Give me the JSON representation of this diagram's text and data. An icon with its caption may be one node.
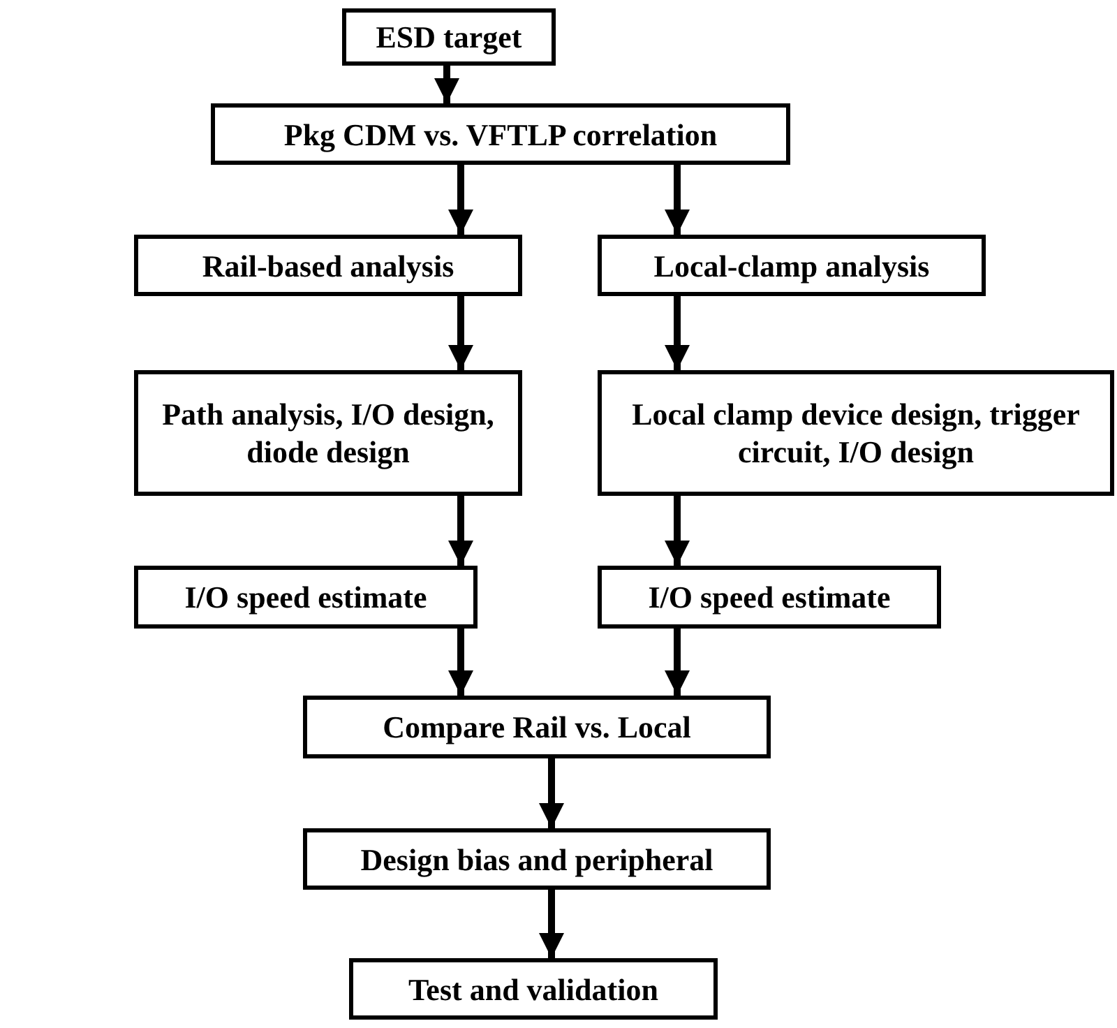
{
  "diagram": {
    "nodes": [
      {
        "text": [
          "ESD target"
        ]
      },
      {
        "text": [
          "Pkg CDM vs. VFTLP correlation"
        ]
      },
      {
        "text": [
          "Rail-based analysis"
        ]
      },
      {
        "text": [
          "Local-clamp analysis"
        ]
      },
      {
        "text": [
          "Path analysis, I/O design, diode design"
        ]
      },
      {
        "text": [
          "Local clamp device design, trigger circuit, I/O design"
        ]
      },
      {
        "text": [
          "I/O speed estimate"
        ]
      },
      {
        "text": [
          "I/O speed estimate"
        ]
      },
      {
        "text": [
          "Compare Rail vs. Local"
        ]
      },
      {
        "text": [
          "Design bias and peripheral"
        ]
      },
      {
        "text": [
          "Test and validation"
        ]
      }
    ],
    "edges": [
      {
        "from": 0,
        "to": 1,
        "arrow": "to"
      },
      {
        "from": 1,
        "to": 2,
        "arrow": "to"
      },
      {
        "from": 1,
        "to": 3,
        "arrow": "to"
      },
      {
        "from": 2,
        "to": 4,
        "arrow": "to"
      },
      {
        "from": 3,
        "to": 5,
        "arrow": "to"
      },
      {
        "from": 4,
        "to": 6,
        "arrow": "to"
      },
      {
        "from": 5,
        "to": 7,
        "arrow": "to"
      },
      {
        "from": 6,
        "to": 8,
        "arrow": "to"
      },
      {
        "from": 7,
        "to": 8,
        "arrow": "to"
      },
      {
        "from": 8,
        "to": 9,
        "arrow": "to"
      },
      {
        "from": 9,
        "to": 10,
        "arrow": "to"
      }
    ]
  }
}
